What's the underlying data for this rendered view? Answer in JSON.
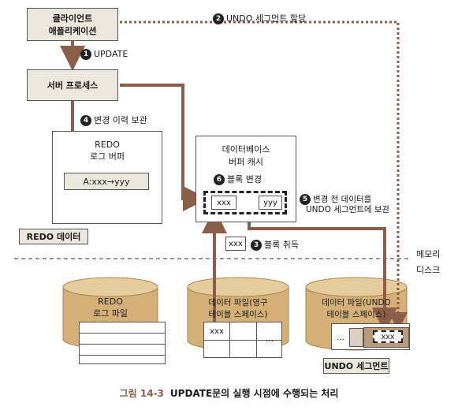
{
  "client": {
    "line1": "클라이언트",
    "line2": "애플리케이션"
  },
  "server": {
    "label": "서버 프로세스"
  },
  "steps": {
    "s1": {
      "num": "1",
      "label": "UPDATE"
    },
    "s2": {
      "num": "2",
      "label": "UNDO 세그먼트 할당"
    },
    "s3": {
      "num": "3",
      "label": "블록 취득"
    },
    "s4": {
      "num": "4",
      "label": "변경 이력 보관"
    },
    "s5": {
      "num": "5",
      "line1": "변경 전 데이터를",
      "line2": "UNDO 세그먼트에 보관"
    },
    "s6": {
      "num": "6",
      "label": "블록 변경"
    }
  },
  "redo_buffer": {
    "line1": "REDO",
    "line2": "로그 버퍼",
    "entry": "A:xxx→yyy",
    "callout": "REDO 데이터"
  },
  "db_cache": {
    "line1": "데이터베이스",
    "line2": "버퍼 캐시",
    "old_value": "xxx",
    "new_value": "yyy"
  },
  "block_fetch": {
    "value": "xxx"
  },
  "regions": {
    "memory": "메모리",
    "disk": "디스크"
  },
  "redo_file": {
    "line1": "REDO",
    "line2": "로그 파일"
  },
  "data_file": {
    "line1": "데이터 파일(영구",
    "line2": "테이블 스페이스)",
    "cell": "xxx",
    "ellipsis": "..."
  },
  "undo_file": {
    "line1": "데이터 파일(UNDO",
    "line2": "테이블 스페이스)",
    "ellipsis": "...",
    "cell": "xxx",
    "segment_label": "UNDO 세그먼트"
  },
  "caption": {
    "figure": "그림 14-3",
    "text": "UPDATE문의 실행 시점에 수행되는 처리"
  },
  "colors": {
    "arrow": "#8b5e4a",
    "cylinder": "#d4b078",
    "cylinder_top": "#e6cc9c",
    "box_fill": "#ece7dc"
  }
}
